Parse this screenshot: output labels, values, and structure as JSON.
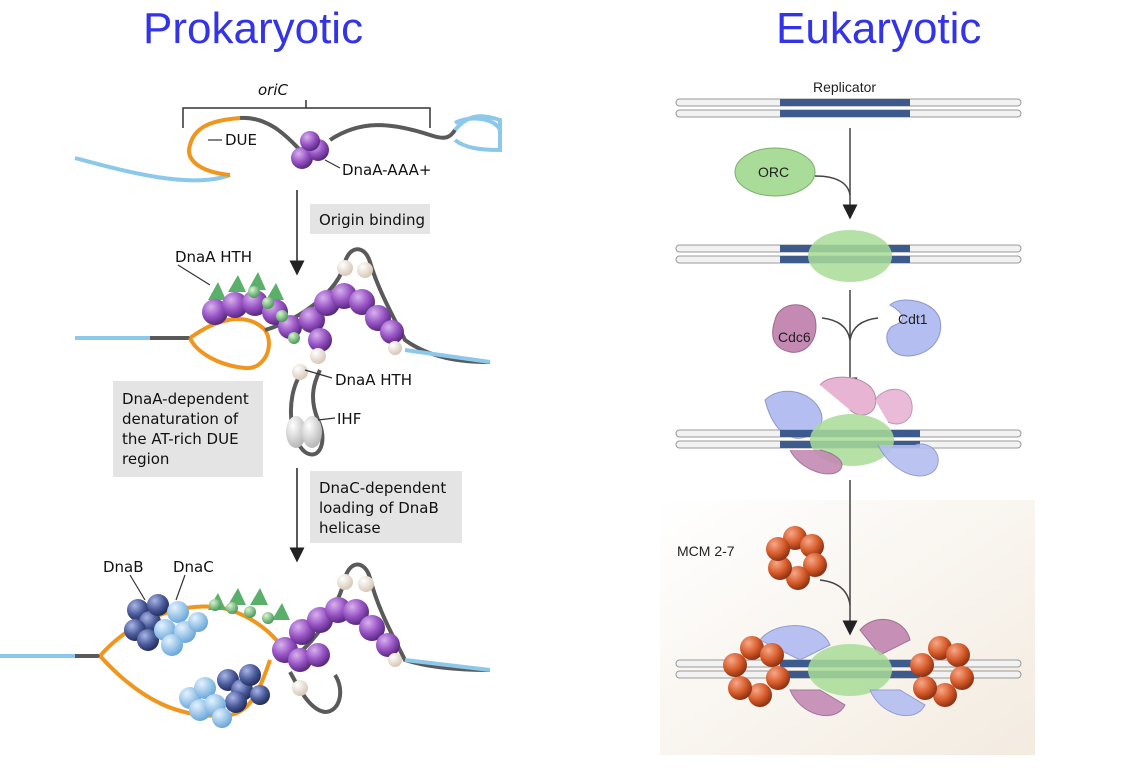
{
  "titles": {
    "left": "Prokaryotic",
    "right": "Eukaryotic"
  },
  "prokaryotic": {
    "oric": "oriC",
    "due": "DUE",
    "dnaa_aaa": "DnaA-AAA+",
    "step1": "Origin binding",
    "dnaa_hth_1": "DnaA HTH",
    "dnaa_hth_2": "DnaA HTH",
    "ihf": "IHF",
    "step2_lines": [
      "DnaA-dependent",
      "denaturation of",
      "the AT-rich DUE",
      "region"
    ],
    "step3_lines": [
      "DnaC-dependent",
      "loading of DnaB",
      "helicase"
    ],
    "dnab": "DnaB",
    "dnac": "DnaC"
  },
  "eukaryotic": {
    "replicator": "Replicator",
    "orc": "ORC",
    "cdc6": "Cdc6",
    "cdt1": "Cdt1",
    "mcm": "MCM 2-7"
  },
  "colors": {
    "title": "#3333e8",
    "dna_blue": "#8cc8ea",
    "dna_orange": "#f0961e",
    "dna_gray": "#5a5a5a",
    "dnaa_purple": "#8a4ab0",
    "hth_green": "#5ab06a",
    "step_box": "#e4e4e4",
    "orc_green": "#a8dc98",
    "cdc6_mauve": "#c48ab4",
    "cdt1_blue": "#b4bef0",
    "mcm_orange": "#e06a3a",
    "replicator_blue": "#3c5a8c"
  }
}
